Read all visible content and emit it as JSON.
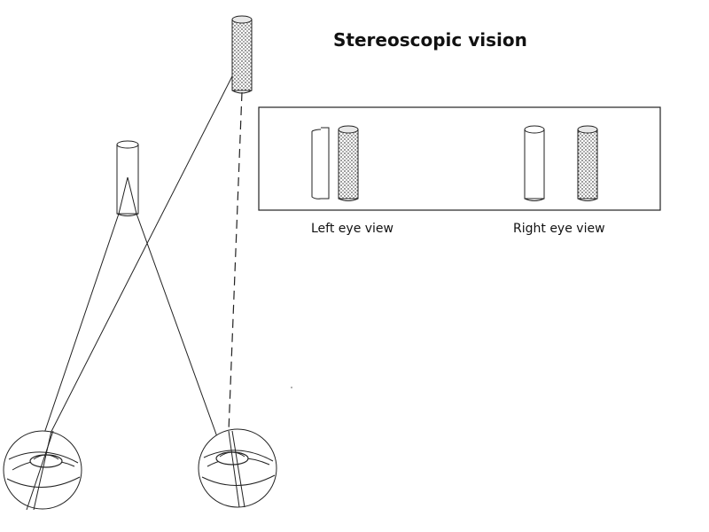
{
  "title": "Stereoscopic vision",
  "captions": {
    "left_eye": "Left eye view",
    "right_eye": "Right eye view"
  },
  "colors": {
    "ink": "#222222",
    "shaded_fill": "#bdbdbd",
    "background": "#ffffff"
  },
  "icons": {
    "near_object": "plain-cylinder",
    "far_object": "shaded-cylinder",
    "eyes": "eyeball-cross-section"
  }
}
